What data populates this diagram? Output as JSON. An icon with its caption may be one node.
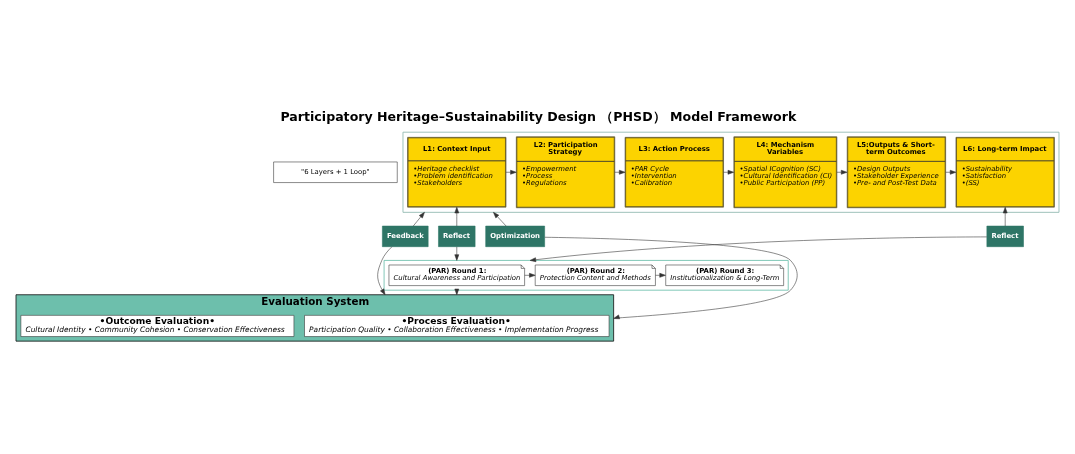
{
  "diagram": {
    "title": "Participatory Heritage–Sustainability Design （PHSD） Model Framework",
    "nodes": [
      {
        "text": [
          "\"6 Layers + 1 Loop\""
        ]
      },
      {
        "text": [],
        "shape": "box"
      },
      {
        "text": [
          "L1: Context Input",
          "•Heritage checklist",
          "•Problem identification",
          "•Stakeholders"
        ],
        "in": 1
      },
      {
        "text": [
          "L2: Participation Strategy",
          "•Empowerment",
          "•Process",
          "•Regulations"
        ],
        "in": 1
      },
      {
        "text": [
          "L3: Action Process",
          "•PAR Cycle",
          "•Intervention",
          "•Calibration"
        ],
        "in": 1
      },
      {
        "text": [
          "L4: Mechanism Variables",
          "•Spatial ICognition (SC)",
          "•Cultural Identification (CI)",
          "•Public Participation (PP)"
        ],
        "in": 1
      },
      {
        "text": [
          "L5:Outputs & Short-term Outcomes",
          "•Design Outputs",
          "•Stakeholder Experience",
          "•Pre- and Post-Test Data"
        ],
        "in": 1
      },
      {
        "text": [
          "L6: Long-term Impact",
          "•Sustainability",
          "•Satisfaction",
          "•(SS)"
        ],
        "in": 1
      },
      {
        "text": [
          "Feedback"
        ]
      },
      {
        "text": [
          "Reflect"
        ]
      },
      {
        "text": [],
        "shape": "box"
      },
      {
        "text": [
          "(PAR) Round 1:",
          "Cultural Awareness and Participation"
        ],
        "in": 10
      },
      {
        "text": [
          "(PAR) Round 2:",
          "Protection Content and Methods"
        ],
        "in": 10
      },
      {
        "text": [
          "(PAR) Round 3:",
          "Institutionalization & Long-Term"
        ],
        "in": 10
      },
      {
        "text": [
          "Reflect"
        ]
      },
      {
        "text": [
          "Optimization"
        ]
      },
      {
        "text": [
          "Evaluation System"
        ]
      },
      {
        "text": [
          "•Process Evaluation•",
          "Participation Quality • Collaboration Effectiveness • Implementation Progress"
        ],
        "in": 16
      },
      {
        "text": [
          "•Outcome Evaluation•",
          "Cultural Identity • Community Cohesion • Conservation Effectiveness"
        ],
        "in": 16
      }
    ],
    "edges": [
      {
        "from": 2,
        "to": 3,
        "arrow": "to"
      },
      {
        "from": 3,
        "to": 4,
        "arrow": "to"
      },
      {
        "from": 4,
        "to": 5,
        "arrow": "to"
      },
      {
        "from": 5,
        "to": 6,
        "arrow": "to"
      },
      {
        "from": 6,
        "to": 7,
        "arrow": "to"
      },
      {
        "from": 9,
        "to": 2,
        "arrow": "to"
      },
      {
        "from": 9,
        "to": 10,
        "arrow": "to"
      },
      {
        "from": 11,
        "to": 12,
        "arrow": "to"
      },
      {
        "from": 12,
        "to": 13,
        "arrow": "to"
      },
      {
        "from": 14,
        "to": 10,
        "arrow": "to"
      },
      {
        "from": 14,
        "to": 7,
        "arrow": "to"
      },
      {
        "from": 10,
        "to": 16,
        "arrow": "to"
      },
      {
        "from": 8,
        "to": 1,
        "arrow": "to"
      },
      {
        "from": 8,
        "to": 16,
        "arrow": "to"
      },
      {
        "from": 15,
        "to": 1,
        "arrow": "to"
      },
      {
        "from": 15,
        "to": 16,
        "arrow": "to"
      }
    ]
  }
}
